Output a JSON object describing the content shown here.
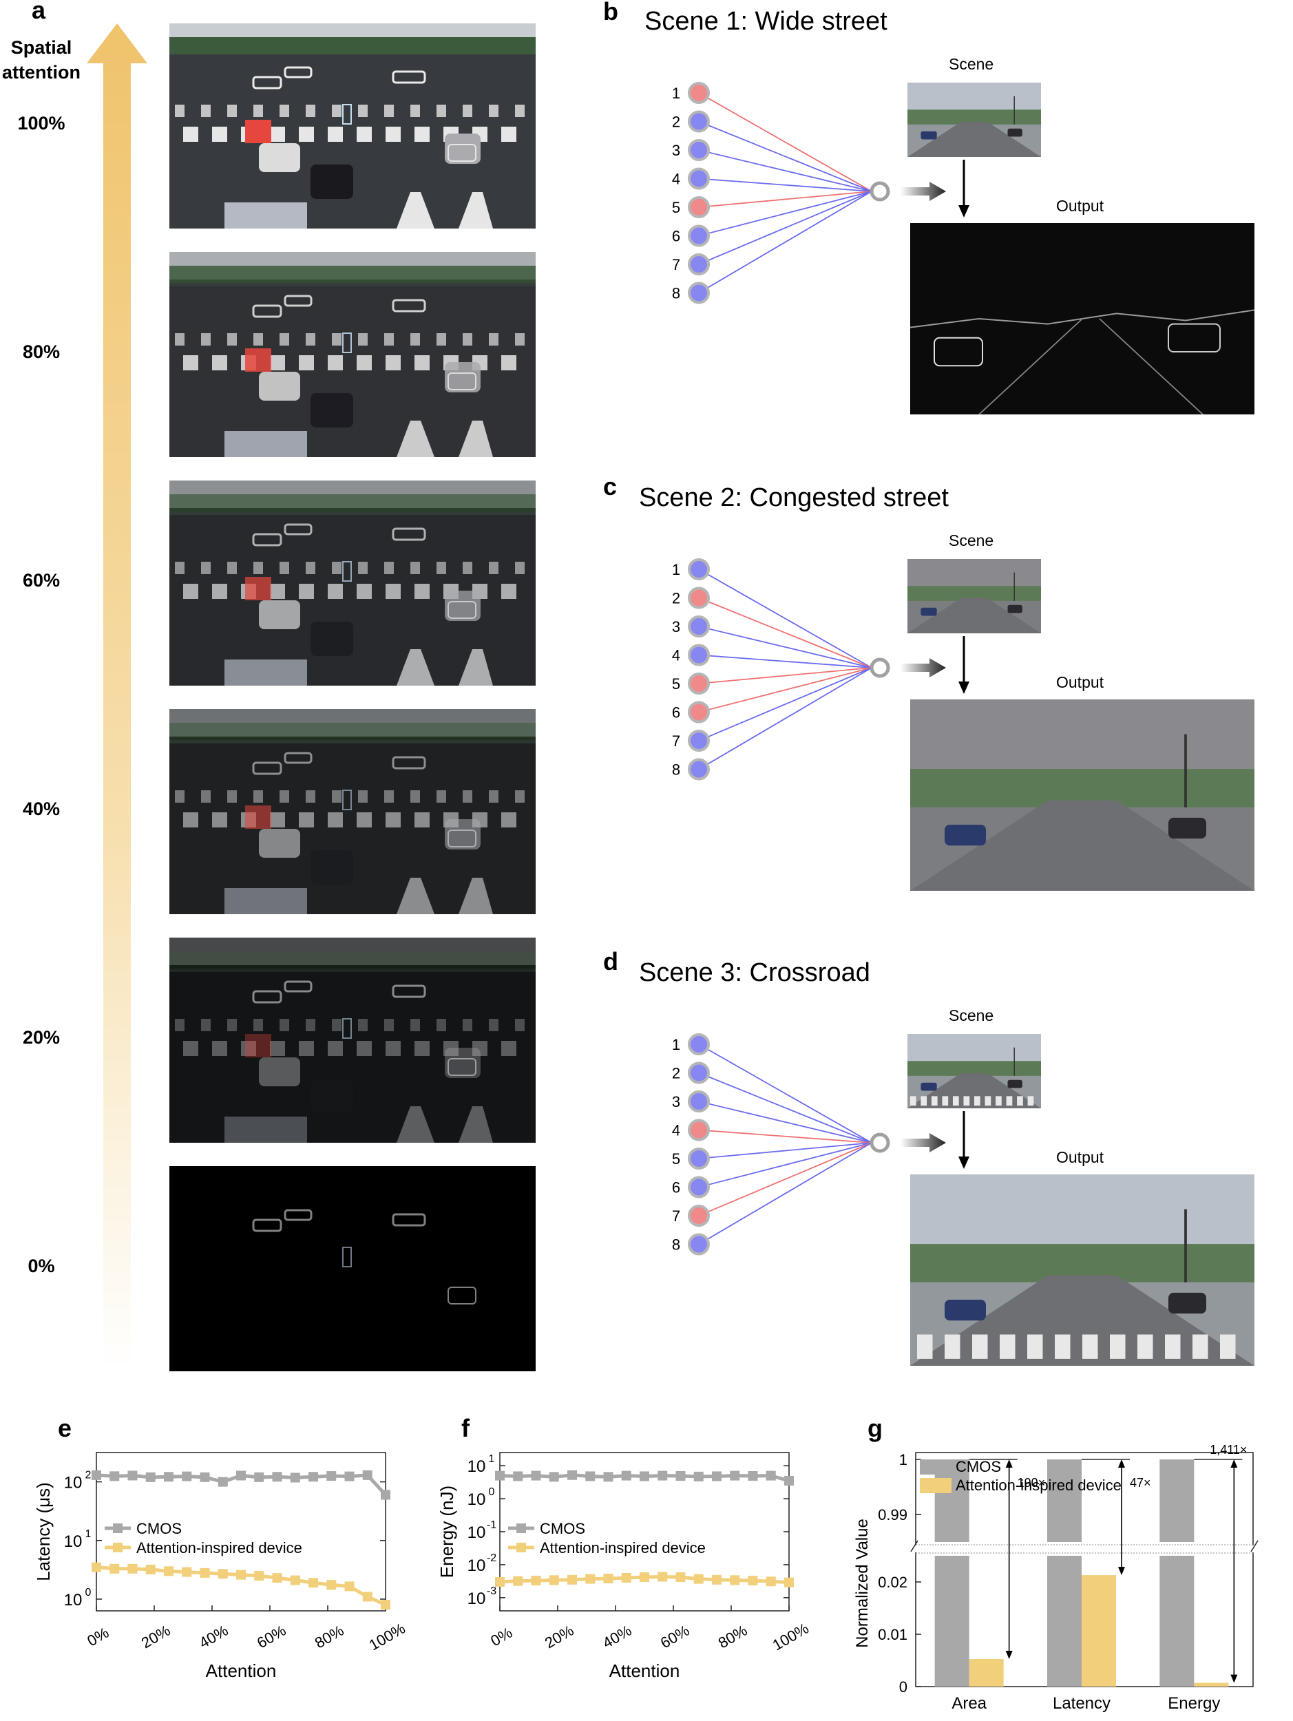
{
  "colors": {
    "cmos": "#a8a8a8",
    "device": "#f2cf7a",
    "excitatory_node": "#f08a8a",
    "inhibitory_node": "#8787f2",
    "red_line": "#f07070",
    "blue_line": "#6b6bf0",
    "attention_arrow": "#f0c36b"
  },
  "panel_a": {
    "letter": "a",
    "arrow_label_line1": "Spatial",
    "arrow_label_line2": "attention",
    "levels": [
      "100%",
      "80%",
      "60%",
      "40%",
      "20%",
      "0%"
    ],
    "brightness": [
      1.0,
      0.85,
      0.7,
      0.55,
      0.35,
      0.0
    ]
  },
  "scenes": [
    {
      "letter": "b",
      "title": "Scene 1: Wide street",
      "scene_label": "Scene",
      "output_label": "Output",
      "nodes": [
        {
          "n": "1",
          "type": "red"
        },
        {
          "n": "2",
          "type": "blue"
        },
        {
          "n": "3",
          "type": "blue"
        },
        {
          "n": "4",
          "type": "blue"
        },
        {
          "n": "5",
          "type": "red"
        },
        {
          "n": "6",
          "type": "blue"
        },
        {
          "n": "7",
          "type": "blue"
        },
        {
          "n": "8",
          "type": "blue"
        }
      ]
    },
    {
      "letter": "c",
      "title": "Scene 2: Congested street",
      "scene_label": "Scene",
      "output_label": "Output",
      "nodes": [
        {
          "n": "1",
          "type": "blue"
        },
        {
          "n": "2",
          "type": "red"
        },
        {
          "n": "3",
          "type": "blue"
        },
        {
          "n": "4",
          "type": "blue"
        },
        {
          "n": "5",
          "type": "red"
        },
        {
          "n": "6",
          "type": "red"
        },
        {
          "n": "7",
          "type": "blue"
        },
        {
          "n": "8",
          "type": "blue"
        }
      ]
    },
    {
      "letter": "d",
      "title": "Scene 3: Crossroad",
      "scene_label": "Scene",
      "output_label": "Output",
      "nodes": [
        {
          "n": "1",
          "type": "blue"
        },
        {
          "n": "2",
          "type": "blue"
        },
        {
          "n": "3",
          "type": "blue"
        },
        {
          "n": "4",
          "type": "red"
        },
        {
          "n": "5",
          "type": "blue"
        },
        {
          "n": "6",
          "type": "blue"
        },
        {
          "n": "7",
          "type": "red"
        },
        {
          "n": "8",
          "type": "blue"
        }
      ]
    }
  ],
  "chart_data": [
    {
      "id": "e",
      "letter": "e",
      "type": "line",
      "xlabel": "Attention",
      "ylabel": "Latency (μs)",
      "yscale": "log",
      "x": [
        0,
        6.25,
        12.5,
        18.75,
        25,
        31.25,
        37.5,
        43.75,
        50,
        56.25,
        62.5,
        68.75,
        75,
        81.25,
        87.5,
        93.75,
        100
      ],
      "xticks": [
        "0%",
        "20%",
        "40%",
        "60%",
        "80%",
        "100%"
      ],
      "ytick_bases": [
        "10",
        "10",
        "10"
      ],
      "ytick_exps": [
        "0",
        "1",
        "2"
      ],
      "ylim_log10": [
        -0.2,
        2.5
      ],
      "legend": [
        "CMOS",
        "Attention-inspired device"
      ],
      "series": [
        {
          "name": "CMOS",
          "values": [
            130,
            125,
            128,
            120,
            122,
            124,
            120,
            100,
            128,
            120,
            122,
            118,
            122,
            126,
            124,
            130,
            60
          ]
        },
        {
          "name": "Attention-inspired device",
          "values": [
            3.5,
            3.3,
            3.3,
            3.2,
            3.0,
            2.9,
            2.8,
            2.7,
            2.6,
            2.5,
            2.3,
            2.1,
            1.9,
            1.75,
            1.65,
            1.1,
            0.8
          ]
        }
      ]
    },
    {
      "id": "f",
      "letter": "f",
      "type": "line",
      "xlabel": "Attention",
      "ylabel": "Energy (nJ)",
      "yscale": "log",
      "x": [
        0,
        6.25,
        12.5,
        18.75,
        25,
        31.25,
        37.5,
        43.75,
        50,
        56.25,
        62.5,
        68.75,
        75,
        81.25,
        87.5,
        93.75,
        100
      ],
      "xticks": [
        "0%",
        "20%",
        "40%",
        "60%",
        "80%",
        "100%"
      ],
      "ytick_bases": [
        "10",
        "10",
        "10",
        "10",
        "10"
      ],
      "ytick_exps": [
        "-3",
        "-2",
        "-1",
        "0",
        "1"
      ],
      "ylim_log10": [
        -3.4,
        1.4
      ],
      "legend": [
        "CMOS",
        "Attention-inspired device"
      ],
      "series": [
        {
          "name": "CMOS",
          "values": [
            5.0,
            4.8,
            5.0,
            4.6,
            5.2,
            4.8,
            4.6,
            5.0,
            4.8,
            5.0,
            4.9,
            4.7,
            4.8,
            5.0,
            4.9,
            5.0,
            3.5
          ]
        },
        {
          "name": "Attention-inspired device",
          "values": [
            0.003,
            0.0032,
            0.0033,
            0.0034,
            0.0035,
            0.0037,
            0.0038,
            0.004,
            0.0042,
            0.0043,
            0.0042,
            0.0037,
            0.0035,
            0.0034,
            0.0033,
            0.0031,
            0.0029
          ]
        }
      ]
    },
    {
      "id": "g",
      "letter": "g",
      "type": "bar",
      "ylabel": "Normalized Value",
      "categories": [
        "Area",
        "Latency",
        "Energy"
      ],
      "legend": [
        "CMOS",
        "Attention-inspired device"
      ],
      "series": [
        {
          "name": "CMOS",
          "values": [
            1,
            1,
            1
          ]
        },
        {
          "name": "Attention-inspired device",
          "values": [
            0.00526,
            0.0213,
            0.00071
          ]
        }
      ],
      "lower_ylim": [
        0,
        0.025
      ],
      "upper_ylim": [
        0.985,
        1.0
      ],
      "lower_ticks": [
        "0",
        "0.01",
        "0.02"
      ],
      "lower_tick_values": [
        0,
        0.01,
        0.02
      ],
      "upper_ticks": [
        "0.99",
        "1"
      ],
      "upper_tick_values": [
        0.99,
        1.0
      ],
      "annotations": [
        "190×",
        "47×",
        "1,411×"
      ]
    }
  ]
}
